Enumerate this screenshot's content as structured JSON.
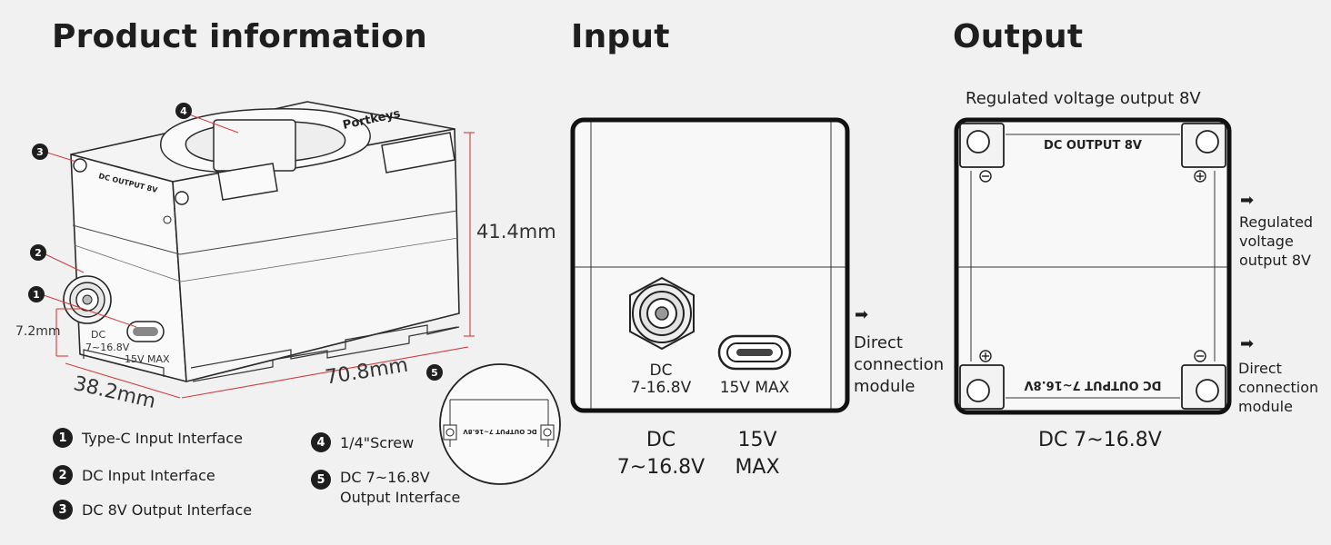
{
  "headings": {
    "product": "Product information",
    "input": "Input",
    "output": "Output"
  },
  "product": {
    "callouts": [
      "1",
      "2",
      "3",
      "4",
      "5"
    ],
    "case_label": "DC OUTPUT 8V",
    "brand": "Portkeys",
    "dc_label_line1": "DC",
    "dc_label_line2": "7~16.8V",
    "typec_label": "15V MAX",
    "detail_label": "DC OUTPUT 7~16.8V",
    "dims": {
      "height": "41.4mm",
      "length": "70.8mm",
      "width": "38.2mm",
      "port": "7.2mm"
    },
    "legend": [
      {
        "num": "1",
        "text": "Type-C Input Interface"
      },
      {
        "num": "2",
        "text": "DC Input Interface"
      },
      {
        "num": "3",
        "text": "DC 8V Output Interface"
      },
      {
        "num": "4",
        "text": "1/4\"Screw"
      },
      {
        "num": "5",
        "line1": "DC 7~16.8V",
        "line2": "Output Interface"
      }
    ]
  },
  "input": {
    "dc_label_line1": "DC",
    "dc_label_line2": "7-16.8V",
    "typec_label": "15V MAX",
    "arrow": "➡",
    "side_note": [
      "Direct",
      "connection",
      "module"
    ],
    "caption_dc": [
      "DC",
      "7~16.8V"
    ],
    "caption_typec": [
      "15V",
      "MAX"
    ]
  },
  "output": {
    "top_note": "Regulated voltage output 8V",
    "panel_top_label": "DC OUTPUT 8V",
    "panel_bottom_label": "DC OUTPUT 7~16.8V",
    "arrow1": "➡",
    "note1": [
      "Regulated",
      "voltage",
      "output 8V"
    ],
    "arrow2": "➡",
    "note2": [
      "Direct",
      "connection",
      "module"
    ],
    "caption": "DC 7~16.8V"
  }
}
